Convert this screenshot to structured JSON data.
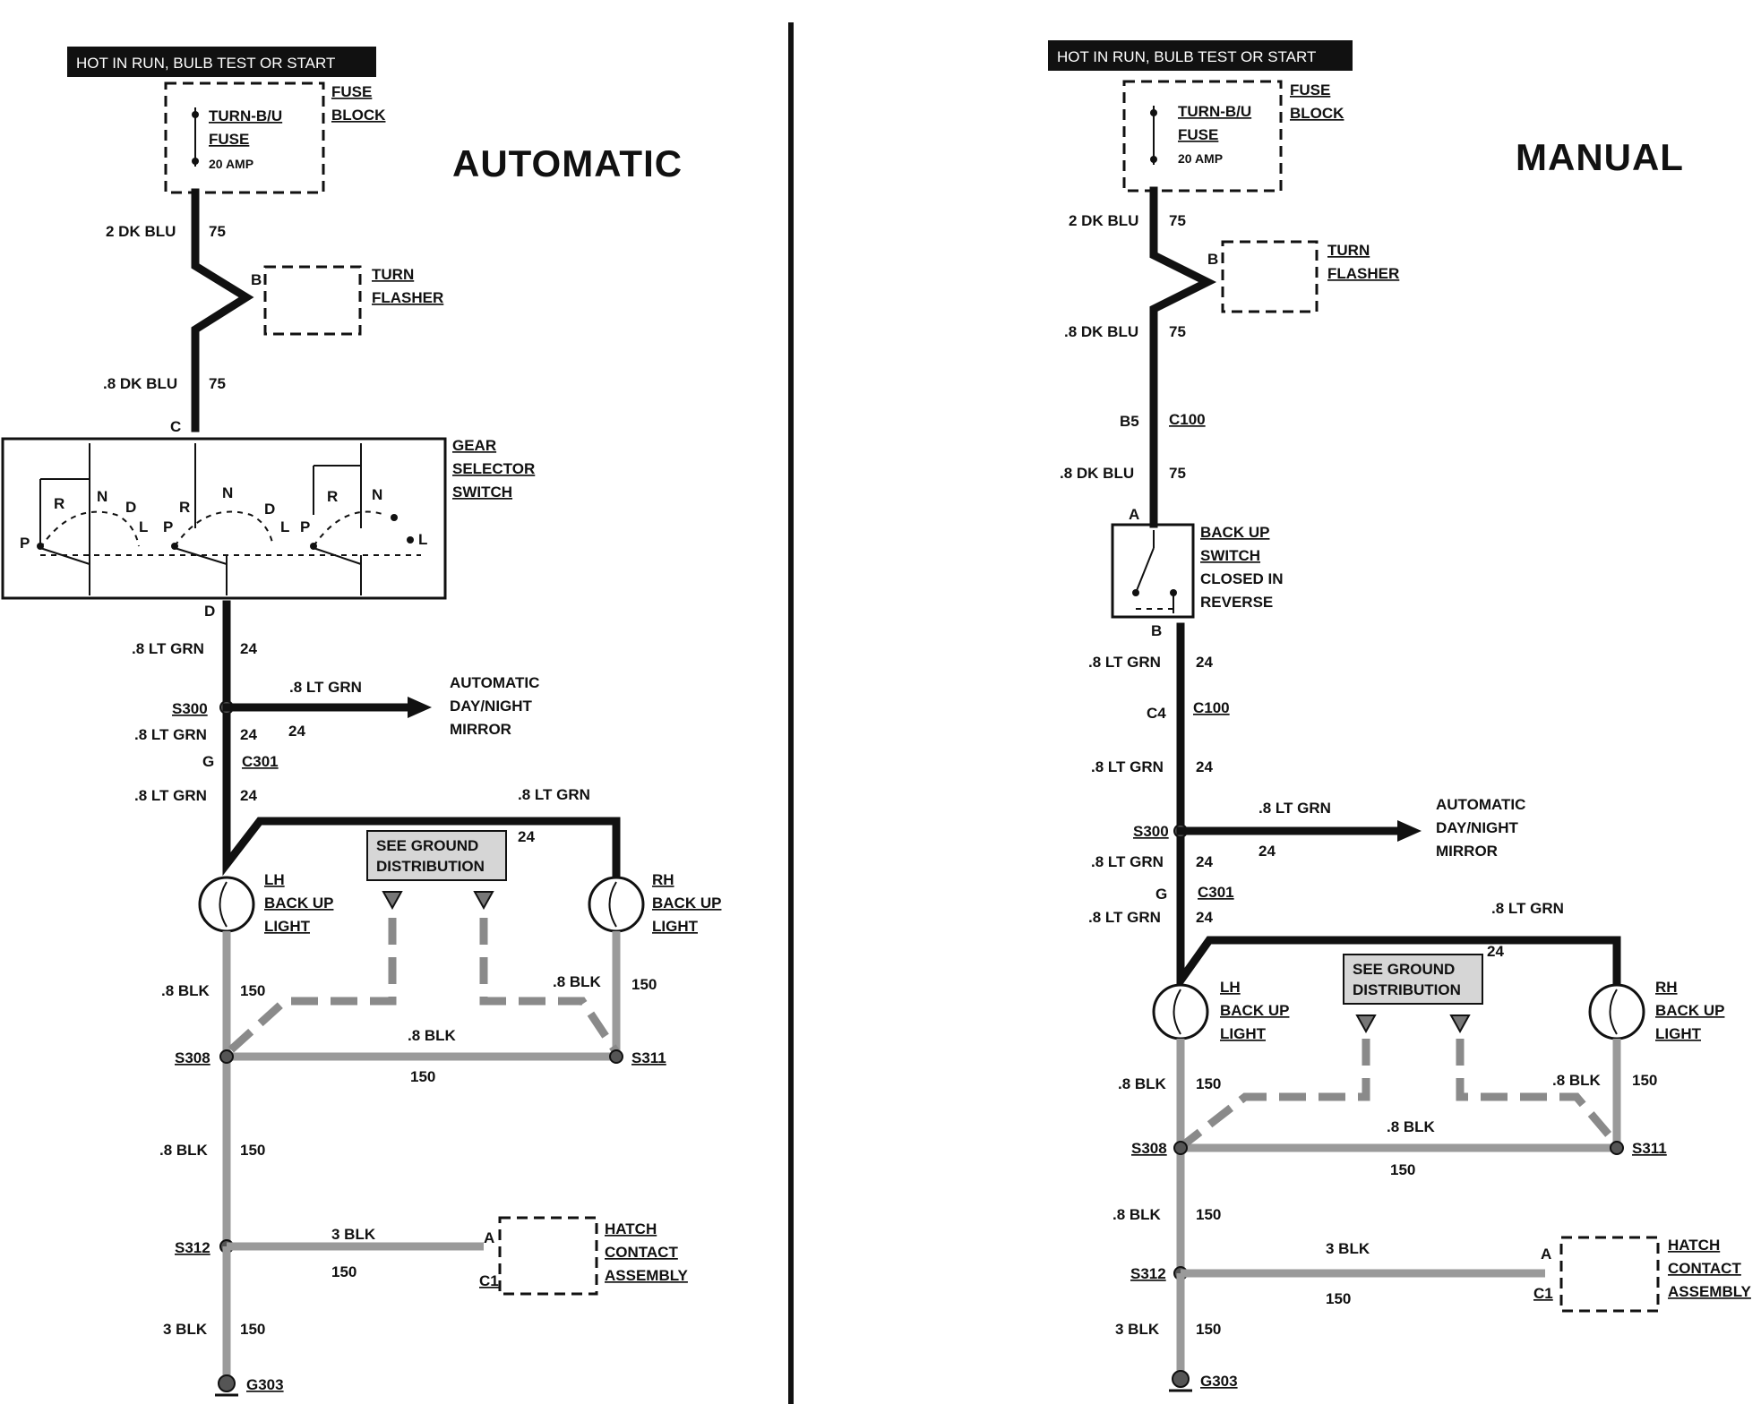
{
  "automatic": {
    "title": "AUTOMATIC",
    "hot": "HOT IN RUN, BULB TEST OR START",
    "fuse_block": [
      "FUSE",
      "BLOCK"
    ],
    "fuse": [
      "TURN-B/U",
      "FUSE",
      "20 AMP"
    ],
    "wire1": "2 DK BLU",
    "circuit1": "75",
    "flasher": [
      "TURN",
      "FLASHER"
    ],
    "flasher_pin": "B",
    "wire2": ".8 DK BLU",
    "circuit2": "75",
    "pin_c": "C",
    "gear_switch": [
      "GEAR",
      "SELECTOR",
      "SWITCH"
    ],
    "positions": [
      "P",
      "R",
      "N",
      "D",
      "L"
    ],
    "pin_d": "D",
    "wire3": ".8 LT GRN",
    "circuit3": "24",
    "s300": "S300",
    "mirror_wire": ".8 LT GRN",
    "mirror_circuit": "24",
    "mirror": [
      "AUTOMATIC",
      "DAY/NIGHT",
      "MIRROR"
    ],
    "wire4": ".8 LT GRN",
    "circuit4": "24",
    "pin_g": "G",
    "c301": "C301",
    "wire5": ".8 LT GRN",
    "circuit5": "24",
    "rh_wire": ".8 LT GRN",
    "rh_circuit": "24",
    "ground_dist": [
      "SEE GROUND",
      "DISTRIBUTION"
    ],
    "lh_light": [
      "LH",
      "BACK UP",
      "LIGHT"
    ],
    "rh_light": [
      "RH",
      "BACK UP",
      "LIGHT"
    ],
    "lh_blk": ".8 BLK",
    "lh_blk_c": "150",
    "rh_blk": ".8 BLK",
    "rh_blk_c": "150",
    "s308": "S308",
    "s311": "S311",
    "mid_blk": ".8 BLK",
    "mid_blk_c": "150",
    "wire6": ".8 BLK",
    "circuit6": "150",
    "s312": "S312",
    "hatch_wire": "3 BLK",
    "hatch_circuit": "150",
    "hatch": [
      "HATCH",
      "CONTACT",
      "ASSEMBLY"
    ],
    "hatch_pin_a": "A",
    "hatch_pin_c1": "C1",
    "wire7": "3 BLK",
    "circuit7": "150",
    "g303": "G303"
  },
  "manual": {
    "title": "MANUAL",
    "hot": "HOT IN RUN, BULB TEST OR START",
    "fuse_block": [
      "FUSE",
      "BLOCK"
    ],
    "fuse": [
      "TURN-B/U",
      "FUSE",
      "20 AMP"
    ],
    "wire1": "2 DK BLU",
    "circuit1": "75",
    "flasher": [
      "TURN",
      "FLASHER"
    ],
    "flasher_pin": "B",
    "wire2": ".8 DK BLU",
    "circuit2": "75",
    "c100_pin": "B5",
    "c100": "C100",
    "wire3": ".8 DK BLU",
    "circuit3": "75",
    "pin_a": "A",
    "backup_switch": [
      "BACK UP",
      "SWITCH",
      "CLOSED IN",
      "REVERSE"
    ],
    "pin_b": "B",
    "wire4": ".8 LT GRN",
    "circuit4": "24",
    "c100b_pin": "C4",
    "c100b": "C100",
    "wire5": ".8 LT GRN",
    "circuit5": "24",
    "s300": "S300",
    "mirror_wire": ".8 LT GRN",
    "mirror_circuit": "24",
    "mirror": [
      "AUTOMATIC",
      "DAY/NIGHT",
      "MIRROR"
    ],
    "wire6": ".8 LT GRN",
    "circuit6": "24",
    "pin_g": "G",
    "c301": "C301",
    "wire7": ".8 LT GRN",
    "circuit7": "24",
    "rh_wire": ".8 LT GRN",
    "rh_circuit": "24",
    "ground_dist": [
      "SEE GROUND",
      "DISTRIBUTION"
    ],
    "lh_light": [
      "LH",
      "BACK UP",
      "LIGHT"
    ],
    "rh_light": [
      "RH",
      "BACK UP",
      "LIGHT"
    ],
    "lh_blk": ".8 BLK",
    "lh_blk_c": "150",
    "rh_blk": ".8 BLK",
    "rh_blk_c": "150",
    "s308": "S308",
    "s311": "S311",
    "mid_blk": ".8 BLK",
    "mid_blk_c": "150",
    "wire8": ".8 BLK",
    "circuit8": "150",
    "s312": "S312",
    "hatch_wire": "3 BLK",
    "hatch_circuit": "150",
    "hatch": [
      "HATCH",
      "CONTACT",
      "ASSEMBLY"
    ],
    "hatch_pin_a": "A",
    "hatch_pin_c1": "C1",
    "wire9": "3 BLK",
    "circuit9": "150",
    "g303": "G303"
  }
}
